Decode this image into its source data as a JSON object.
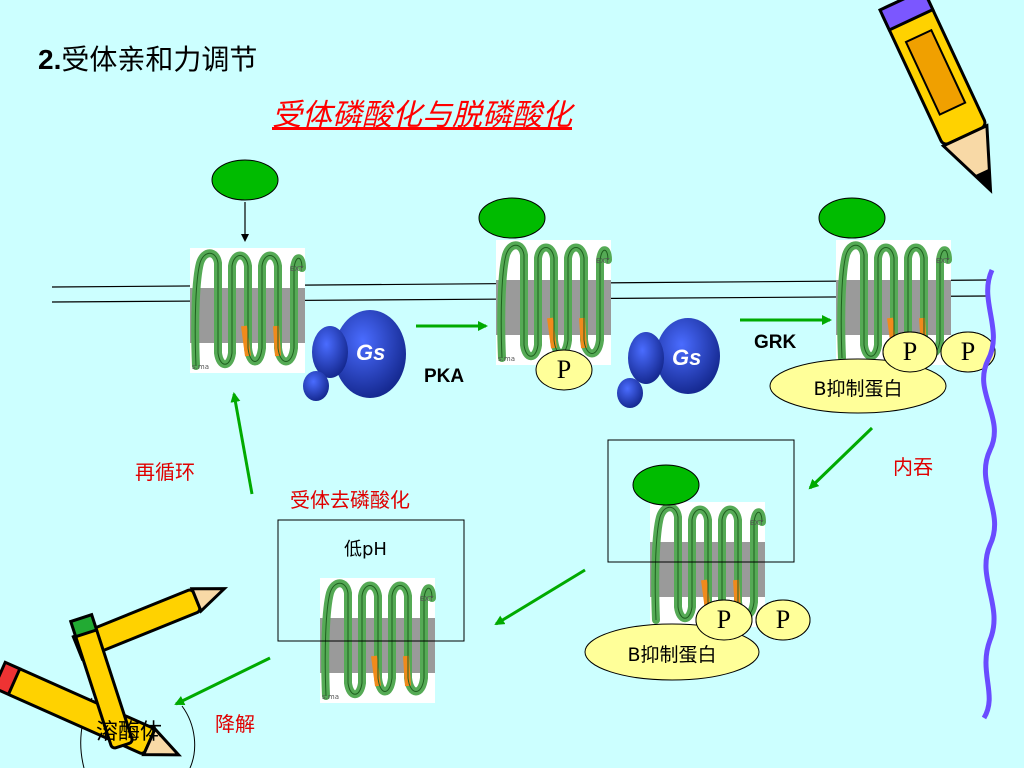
{
  "title_number": "2.",
  "title_text": "受体亲和力调节",
  "subtitle": "受体磷酸化与脱磷酸化",
  "labels": {
    "pka": "PKA",
    "grk": "GRK",
    "gs": "Gs",
    "p": "P",
    "arrestin": "B抑制蛋白",
    "endocytosis": "内吞",
    "recycling": "再循环",
    "dephosphorylation": "受体去磷酸化",
    "low_ph": "低pH",
    "degradation": "降解",
    "lysosome": "溶酶体",
    "extra": "EXT",
    "sma": "s.ma"
  },
  "colors": {
    "background": "#ccffff",
    "ligand": "#00bb00",
    "receptor": "#55aa55",
    "gs_protein": "#2244cc",
    "arrestin": "#ffff99",
    "arrow": "#00aa00",
    "highlight_text": "#ff0000"
  }
}
